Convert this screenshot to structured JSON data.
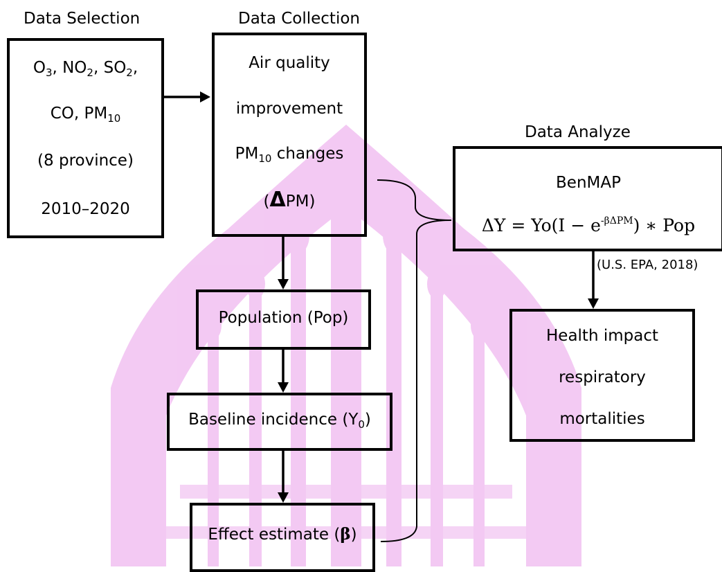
{
  "headers": {
    "selection": "Data Selection",
    "collection": "Data Collection",
    "analyze": "Data Analyze"
  },
  "selection_box": {
    "line1_parts": [
      "O",
      "3",
      ", NO",
      "2",
      ", SO",
      "2",
      ","
    ],
    "line2_parts": [
      "CO, PM",
      "10"
    ],
    "line3": "(8 province)",
    "line4": "2010–2020"
  },
  "collection_box": {
    "line1": "Air quality",
    "line2": "improvement",
    "line3_parts": [
      "PM",
      "10",
      " changes"
    ],
    "line4_parts": [
      "(",
      "Δ",
      "PM)"
    ]
  },
  "analyze_box": {
    "title": "BenMAP",
    "formula_left": "ΔY = Yo(I − e",
    "formula_sup": "-βΔPM",
    "formula_right": ") ∗ Pop",
    "citation": "(U.S. EPA, 2018)"
  },
  "population_box": {
    "label": "Population (Pop)"
  },
  "baseline_box": {
    "label_parts": [
      "Baseline incidence (Y",
      "0",
      ")"
    ]
  },
  "effect_box": {
    "label_parts": [
      "Effect estimate (",
      "β",
      ")"
    ]
  },
  "health_box": {
    "line1": "Health impact",
    "line2": "respiratory",
    "line3": "mortalities"
  },
  "colors": {
    "line": "#000000",
    "watermark": "#e9a6e9"
  }
}
